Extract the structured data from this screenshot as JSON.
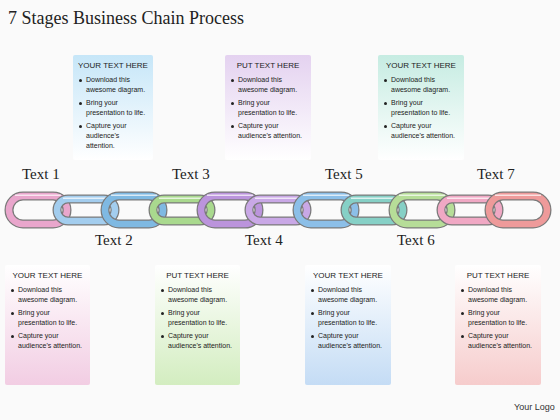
{
  "diagram": {
    "title": "7 Stages Business Chain Process",
    "nodes": [
      {
        "text": [
          "YOUR TEXT HERE",
          "Download this awesome diagram.",
          "Bring your presentation to life.",
          "Capture your audience's attention."
        ]
      },
      {
        "text": [
          "PUT TEXT HERE",
          "Download this awesome diagram.",
          "Bring your presentation to life.",
          "Capture your audience's attention."
        ]
      },
      {
        "text": [
          "YOUR TEXT HERE",
          "Download this awesome diagram.",
          "Bring your presentation to life.",
          "Capture your audience's attention."
        ]
      },
      {
        "text": [
          "YOUR TEXT HERE",
          "Download this awesome diagram.",
          "Bring your presentation to life.",
          "Capture your audience's attention."
        ]
      },
      {
        "text": [
          "PUT TEXT HERE",
          "Download this awesome diagram.",
          "Bring your presentation to life.",
          "Capture your audience's attention."
        ]
      },
      {
        "text": [
          "YOUR TEXT HERE",
          "Download this awesome diagram.",
          "Bring your presentation to life.",
          "Capture your audience's attention."
        ]
      },
      {
        "text": [
          "PUT TEXT HERE",
          "Download this awesome diagram.",
          "Bring your presentation to life.",
          "Capture your audience's attention."
        ]
      }
    ],
    "labels": [
      "Text 1",
      "Text 2",
      "Text 3",
      "Text 4",
      "Text 5",
      "Text 6",
      "Text 7",
      "Your Logo"
    ]
  }
}
